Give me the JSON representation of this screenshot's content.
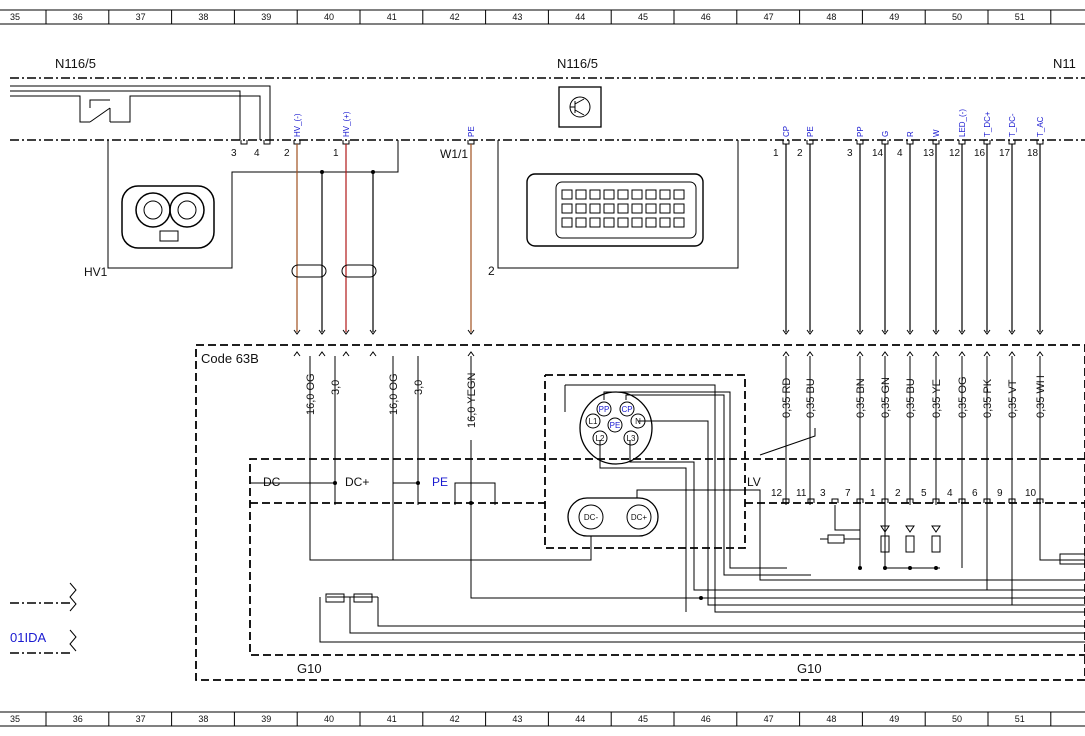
{
  "grid": {
    "columns": [
      "35",
      "36",
      "37",
      "38",
      "39",
      "40",
      "41",
      "42",
      "43",
      "44",
      "45",
      "46",
      "47",
      "48",
      "49",
      "50",
      "51"
    ]
  },
  "labels": {
    "n116_5_left": "N116/5",
    "n116_5_mid": "N116/5",
    "n11_right": "N11",
    "w1_1": "W1/1",
    "hv1": "HV1",
    "code_63b": "Code 63B",
    "g10_left": "G10",
    "g10_right": "G10",
    "ida": "01IDA",
    "dc_minus": "DC-",
    "dc_plus": "DC+",
    "pe": "PE",
    "lv": "LV",
    "connector_2": "2"
  },
  "top_pins": [
    {
      "num": "3",
      "sig": ""
    },
    {
      "num": "4",
      "sig": ""
    },
    {
      "num": "2",
      "sig": "HV_(-)"
    },
    {
      "num": "1",
      "sig": "HV_(+)"
    },
    {
      "num": "",
      "sig": "PE"
    },
    {
      "num": "1",
      "sig": "CP"
    },
    {
      "num": "2",
      "sig": "PE"
    },
    {
      "num": "3",
      "sig": "PP"
    },
    {
      "num": "14",
      "sig": "G"
    },
    {
      "num": "4",
      "sig": "R"
    },
    {
      "num": "13",
      "sig": "W"
    },
    {
      "num": "12",
      "sig": "LED_(-)"
    },
    {
      "num": "16",
      "sig": "T_DC+"
    },
    {
      "num": "17",
      "sig": "T_DC-"
    },
    {
      "num": "18",
      "sig": "T_AC"
    }
  ],
  "wires": [
    "16,0 OG",
    "3,0",
    "16,0 OG",
    "3,0",
    "16,0 YEGN",
    "0,35 RD",
    "0,35 BU",
    "0,35 BN",
    "0,35 GN",
    "0,35 BU",
    "0,35 YE",
    "0,35 OG",
    "0,35 PK",
    "0,35 VT",
    "0,35 WH"
  ],
  "lv_pins": [
    "12",
    "11",
    "3",
    "7",
    "1",
    "2",
    "5",
    "4",
    "6",
    "9",
    "10"
  ],
  "socket_pins": [
    "PP",
    "CP",
    "L1",
    "N",
    "PE",
    "L2",
    "L3"
  ],
  "dc_pins": [
    "DC-",
    "DC+"
  ]
}
